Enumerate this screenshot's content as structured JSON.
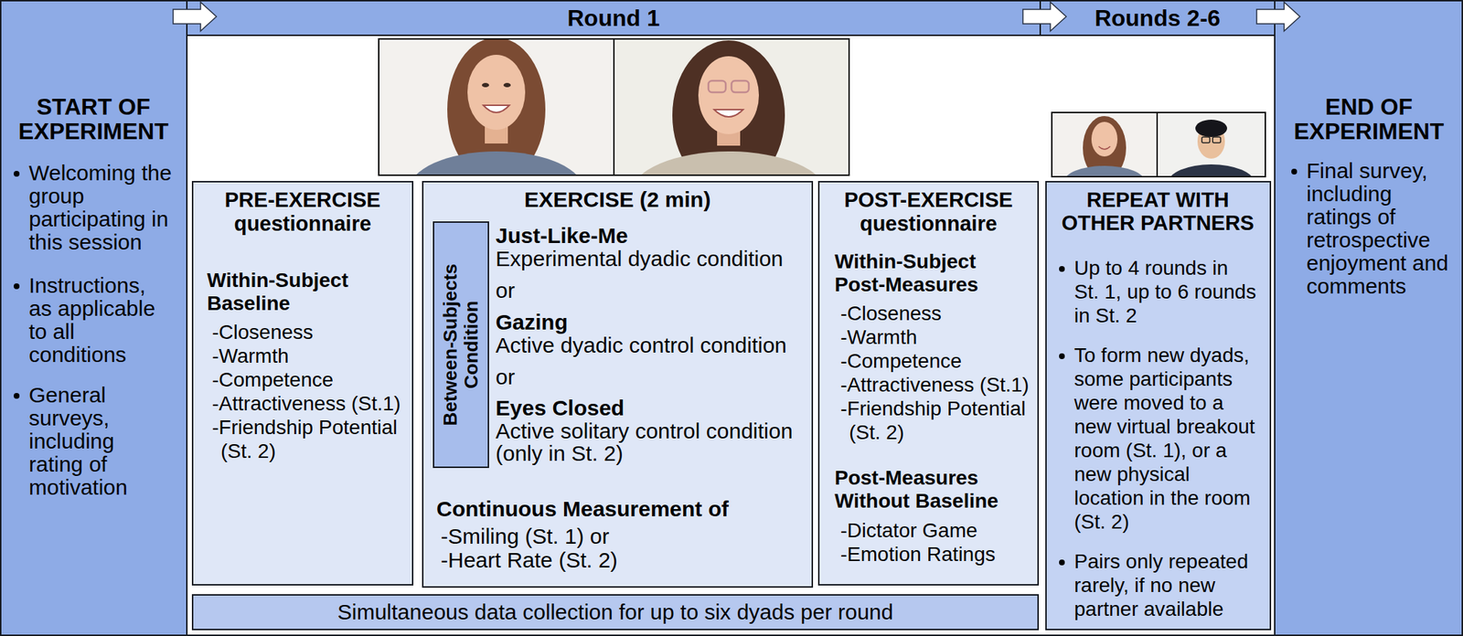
{
  "diagram": {
    "nodes": [
      {
        "text": [
          "START OF EXPERIMENT",
          "Welcoming the group participating in this session",
          "Instructions, as applicable to all conditions",
          "General surveys, including rating of motivation"
        ]
      },
      {
        "text": [
          "Round 1"
        ]
      },
      {
        "text": [
          "Rounds 2-6"
        ]
      },
      {
        "text": [
          "PRE-EXERCISE questionnaire",
          "Within-Subject Baseline",
          "-Closeness",
          "-Warmth",
          "-Competence",
          "-Attractiveness (St.1)",
          "-Friendship Potential (St. 2)"
        ]
      },
      {
        "text": [
          "EXERCISE (2 min)",
          "Just-Like-Me",
          "Experimental dyadic condition",
          "or",
          "Gazing",
          "Active dyadic control condition",
          "or",
          "Eyes Closed",
          "Active solitary control condition (only in St. 2)",
          "Continuous Measurement of",
          "-Smiling (St. 1) or",
          "-Heart Rate (St. 2)"
        ]
      },
      {
        "text": [
          "Between-Subjects Condition"
        ],
        "in": 4
      },
      {
        "text": [
          "POST-EXERCISE questionnaire",
          "Within-Subject Post-Measures",
          "-Closeness",
          "-Warmth",
          "-Competence",
          "-Attractiveness (St.1)",
          "-Friendship Potential (St. 2)",
          "Post-Measures Without Baseline",
          "-Dictator Game",
          "-Emotion Ratings"
        ]
      },
      {
        "text": [
          "Simultaneous data collection for up to six dyads per round"
        ]
      },
      {
        "text": [
          "REPEAT WITH OTHER PARTNERS",
          "Up to 4 rounds in St. 1, up to 6 rounds in St. 2",
          "To form new dyads, some participants were moved to a new virtual breakout room (St. 1), or a new physical location in the room (St. 2)",
          "Pairs only repeated rarely, if no new partner available"
        ]
      },
      {
        "text": [
          "END OF EXPERIMENT",
          "Final survey, including ratings of retrospective enjoyment and comments"
        ]
      }
    ]
  }
}
